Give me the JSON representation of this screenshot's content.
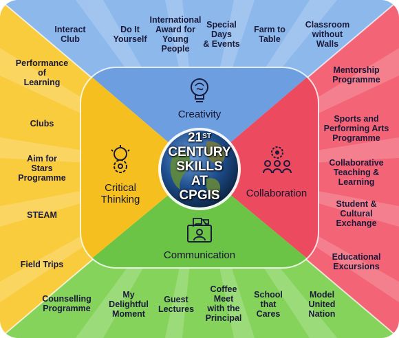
{
  "center": {
    "line1_num": "21",
    "line1_sup": "ST",
    "line2": "CENTURY",
    "line3": "SKILLS",
    "line4": "AT",
    "line5": "CPGIS"
  },
  "hubs": {
    "creativity": "Creativity",
    "collaboration": "Collaboration",
    "communication": "Communication",
    "critical_thinking": "Critical\nThinking"
  },
  "top_items": [
    "Interact\nClub",
    "Do It\nYourself",
    "International\nAward for\nYoung\nPeople",
    "Special\nDays\n& Events",
    "Farm to\nTable",
    "Classroom\nwithout\nWalls"
  ],
  "right_items": [
    "Mentorship\nProgramme",
    "Sports and\nPerforming Arts\nProgramme",
    "Collaborative\nTeaching &\nLearning",
    "Student &\nCultural\nExchange",
    "Educational\nExcursions"
  ],
  "bottom_items": [
    "Counselling\nProgramme",
    "My\nDelightful\nMoment",
    "Guest\nLectures",
    "Coffee\nMeet\nwith the\nPrincipal",
    "School\nthat\nCares",
    "Model\nUnited\nNation"
  ],
  "left_items": [
    "Performance\nof\nLearning",
    "Clubs",
    "Aim for\nStars\nProgramme",
    "STEAM",
    "Field Trips"
  ],
  "colors": {
    "blue": "#7fb0e8",
    "red": "#ef5b6e",
    "green": "#7fcf55",
    "yellow": "#f7c93a",
    "text": "#1a1a3a"
  }
}
